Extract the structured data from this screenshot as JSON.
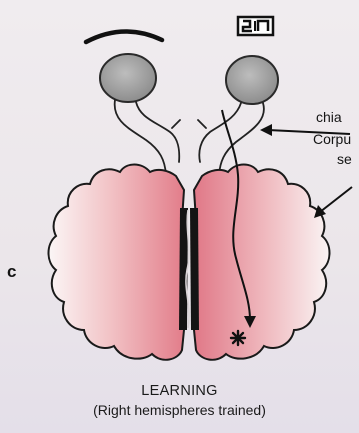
{
  "labels": {
    "chiasma": "chia",
    "corpus": "Corpu",
    "se": "se",
    "panel": "c"
  },
  "caption": {
    "title": "LEARNING",
    "subtitle": "(Right hemispheres trained)"
  },
  "colors": {
    "hemisphere_fill": "#e7929c",
    "hemisphere_outline": "#1a1a1a",
    "eye_fill": "#9a9a9a",
    "corpus_callosum": "#151515",
    "background": "#ece8ec"
  }
}
